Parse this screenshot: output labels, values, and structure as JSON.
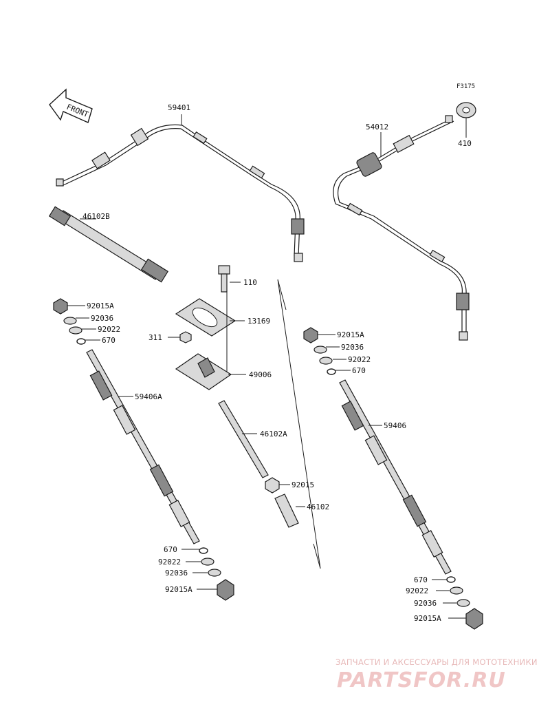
{
  "diagram": {
    "ref_code": "F3175",
    "front_label": "FRONT",
    "labels": {
      "p59401": "59401",
      "p54012": "54012",
      "p410": "410",
      "p46102B": "46102B",
      "p110": "110",
      "p13169": "13169",
      "p311": "311",
      "p49006": "49006",
      "p46102A": "46102A",
      "p92015": "92015",
      "p46102": "46102",
      "l_92015A": "92015A",
      "l_92036": "92036",
      "l_92022": "92022",
      "l_670": "670",
      "p59406A": "59406A",
      "lb_670": "670",
      "lb_92022": "92022",
      "lb_92036": "92036",
      "lb_92015A": "92015A",
      "r_92015A": "92015A",
      "r_92036": "92036",
      "r_92022": "92022",
      "r_670": "670",
      "p59406": "59406",
      "rb_670": "670",
      "rb_92022": "92022",
      "rb_92036": "92036",
      "rb_92015A": "92015A"
    }
  },
  "watermark": {
    "subtitle": "ЗАПЧАСТИ И АКСЕССУАРЫ ДЛЯ МОТОТЕХНИКИ",
    "logo": "PARTSFOR.RU"
  },
  "colors": {
    "line": "#1a1a1a",
    "watermark": "#f0c6c6"
  }
}
